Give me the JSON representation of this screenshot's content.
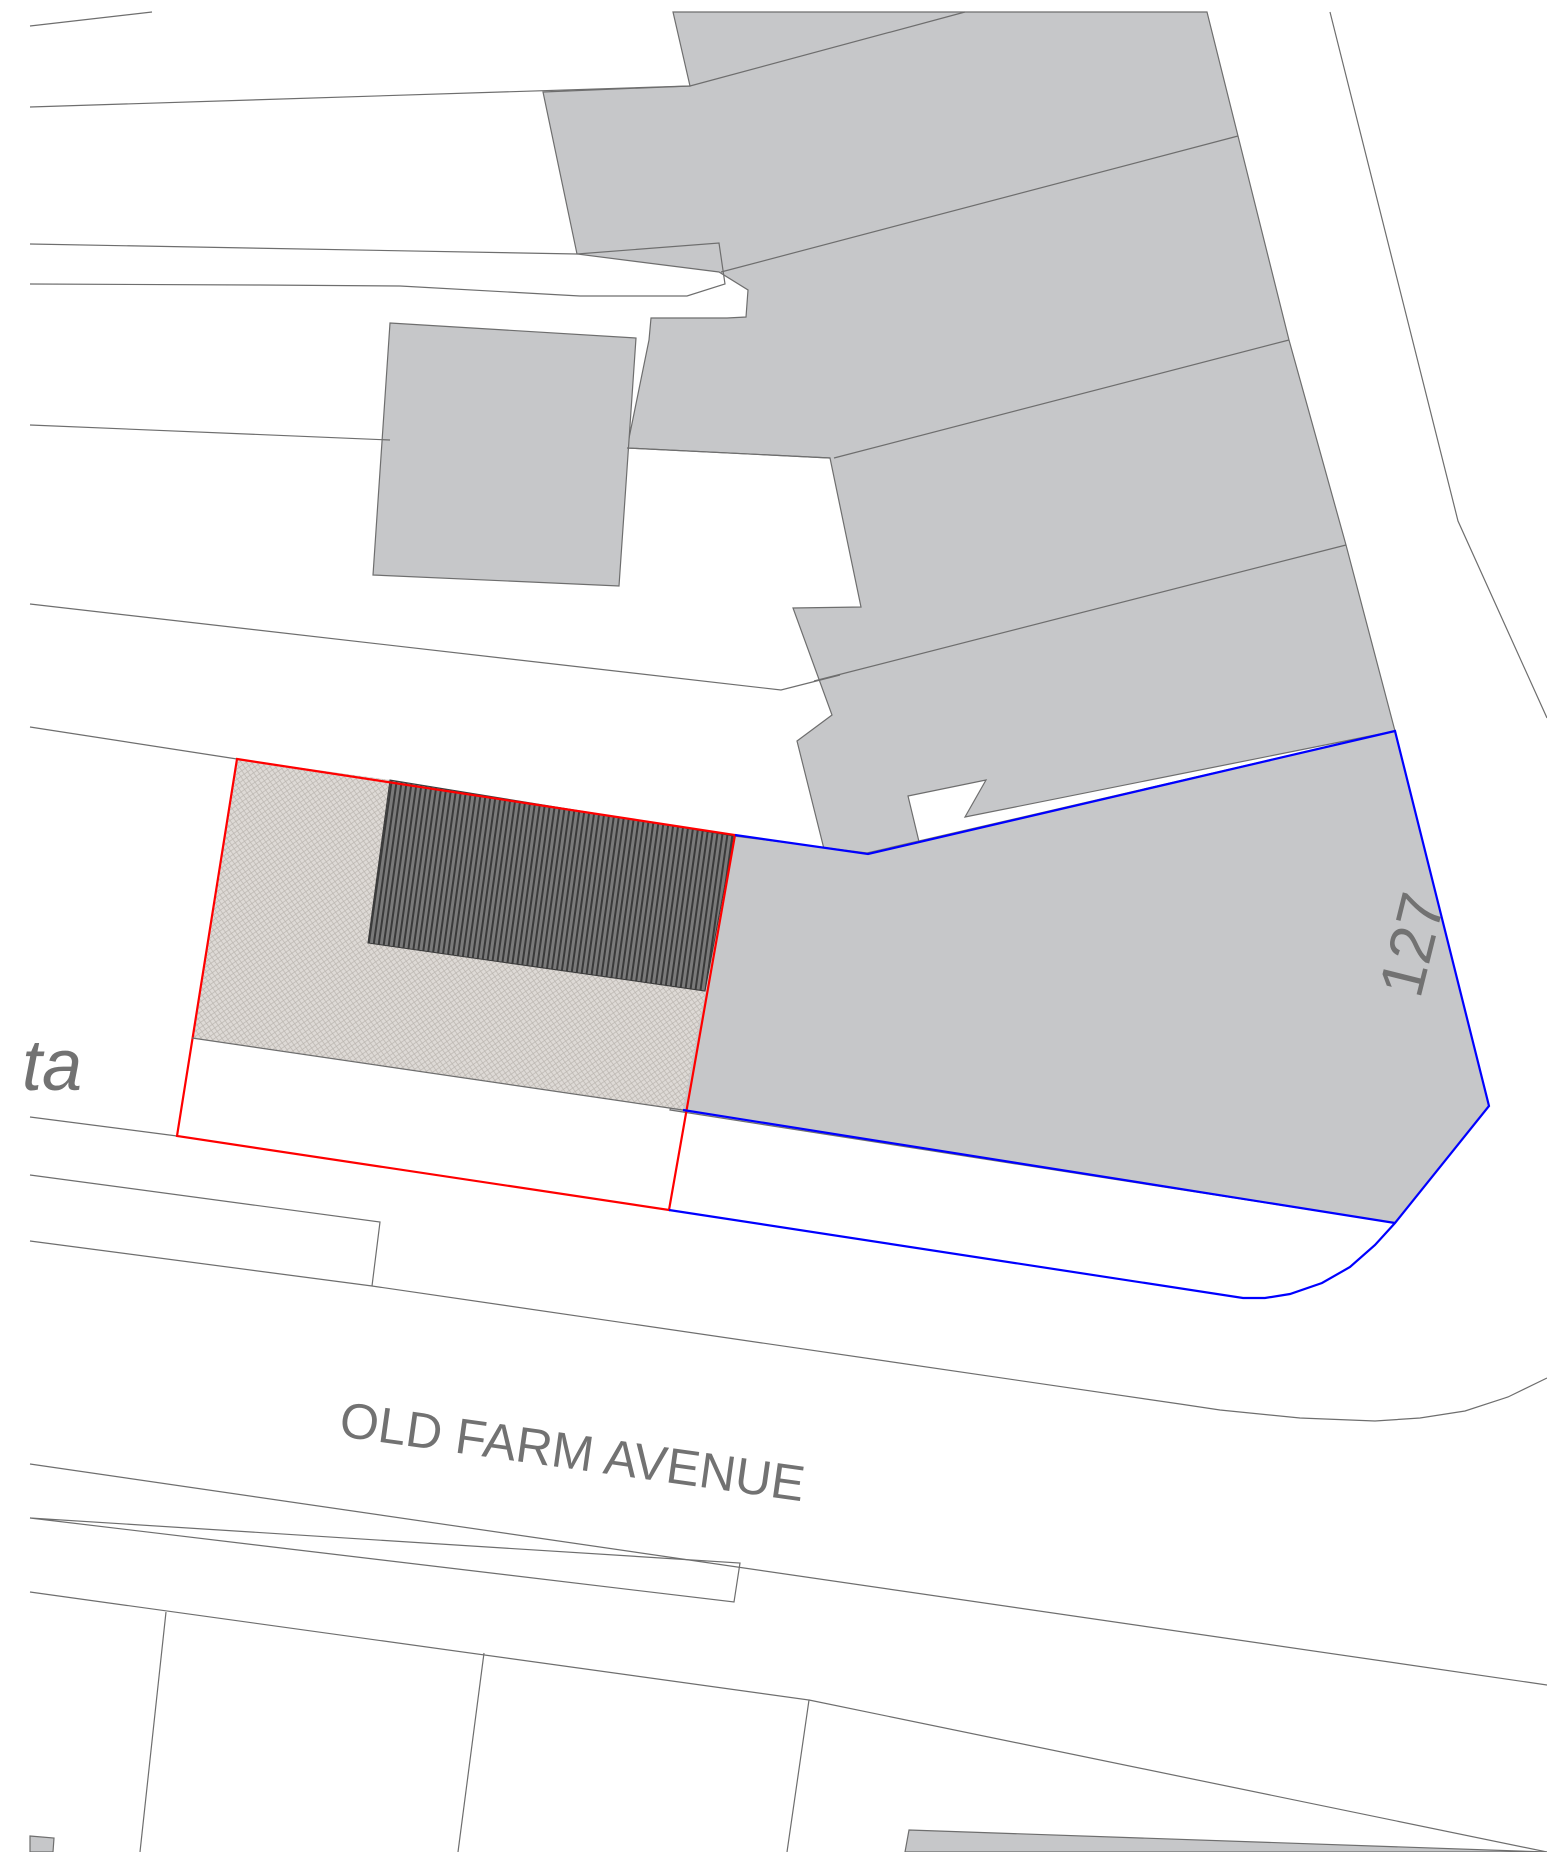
{
  "map": {
    "labels": {
      "house_number": "127",
      "street_name": "OLD FARM AVENUE",
      "partial_label": "ta"
    },
    "colors": {
      "background": "#ffffff",
      "building_fill": "#c6c7c9",
      "line": "#555555",
      "site_boundary": "#ff0000",
      "ownership_boundary": "#0000ff",
      "proposed_building": "#606060",
      "hardstanding": "#dcd8d4",
      "label_text": "#727272"
    }
  }
}
